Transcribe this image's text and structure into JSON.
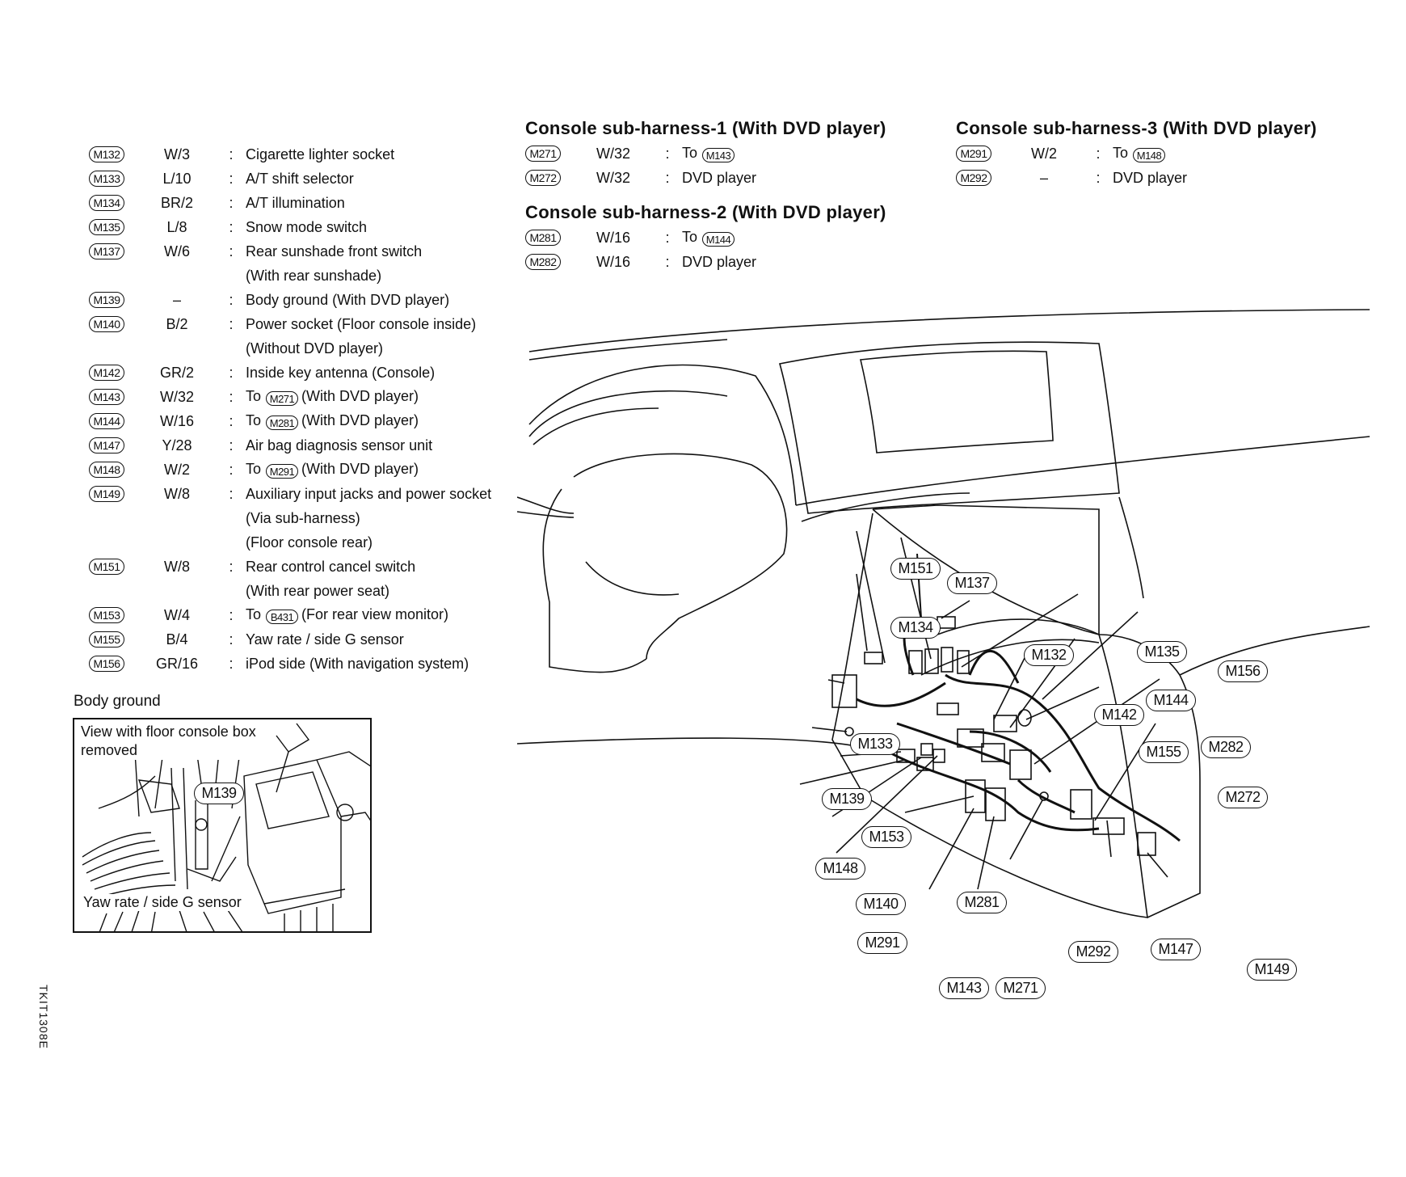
{
  "connectors": [
    {
      "id": "M132",
      "spec": "W/3",
      "desc": "Cigarette lighter socket"
    },
    {
      "id": "M133",
      "spec": "L/10",
      "desc": "A/T shift selector"
    },
    {
      "id": "M134",
      "spec": "BR/2",
      "desc": "A/T illumination"
    },
    {
      "id": "M135",
      "spec": "L/8",
      "desc": "Snow mode switch"
    },
    {
      "id": "M137",
      "spec": "W/6",
      "desc": "Rear sunshade front switch",
      "cont": [
        "(With rear sunshade)"
      ]
    },
    {
      "id": "M139",
      "spec": "–",
      "desc": "Body ground (With DVD player)"
    },
    {
      "id": "M140",
      "spec": "B/2",
      "desc": "Power socket (Floor console inside)",
      "cont": [
        "(Without DVD player)"
      ]
    },
    {
      "id": "M142",
      "spec": "GR/2",
      "desc": "Inside key antenna (Console)"
    },
    {
      "id": "M143",
      "spec": "W/32",
      "pre": "To",
      "ref": "M271",
      "post": "(With DVD player)"
    },
    {
      "id": "M144",
      "spec": "W/16",
      "pre": "To",
      "ref": "M281",
      "post": "(With DVD player)"
    },
    {
      "id": "M147",
      "spec": "Y/28",
      "desc": "Air bag diagnosis sensor unit"
    },
    {
      "id": "M148",
      "spec": "W/2",
      "pre": "To",
      "ref": "M291",
      "post": "(With DVD player)"
    },
    {
      "id": "M149",
      "spec": "W/8",
      "desc": "Auxiliary input jacks and power socket",
      "cont": [
        "(Via sub-harness)",
        "(Floor console rear)"
      ]
    },
    {
      "id": "M151",
      "spec": "W/8",
      "desc": "Rear control cancel switch",
      "cont": [
        "(With rear power seat)"
      ]
    },
    {
      "id": "M153",
      "spec": "W/4",
      "pre": "To",
      "ref": "B431",
      "post": "(For rear view monitor)"
    },
    {
      "id": "M155",
      "spec": "B/4",
      "desc": "Yaw rate / side G sensor"
    },
    {
      "id": "M156",
      "spec": "GR/16",
      "desc": "iPod side (With navigation system)"
    }
  ],
  "subharness1": {
    "title": "Console sub-harness-1 (With DVD player)",
    "rows": [
      {
        "id": "M271",
        "spec": "W/32",
        "pre": "To",
        "ref": "M143"
      },
      {
        "id": "M272",
        "spec": "W/32",
        "desc": "DVD player"
      }
    ]
  },
  "subharness2": {
    "title": "Console sub-harness-2 (With DVD player)",
    "rows": [
      {
        "id": "M281",
        "spec": "W/16",
        "pre": "To",
        "ref": "M144"
      },
      {
        "id": "M282",
        "spec": "W/16",
        "desc": "DVD player"
      }
    ]
  },
  "subharness3": {
    "title": "Console sub-harness-3 (With DVD player)",
    "rows": [
      {
        "id": "M291",
        "spec": "W/2",
        "pre": "To",
        "ref": "M148"
      },
      {
        "id": "M292",
        "spec": "–",
        "desc": "DVD player"
      }
    ]
  },
  "body_ground": {
    "title": "Body ground",
    "caption_line1": "View with floor console box",
    "caption_line2": "removed",
    "callout": "M139",
    "sensor_label": "Yaw rate / side G sensor"
  },
  "colon": ":",
  "figure_code": "TKIT1308E",
  "callouts": [
    "M151",
    "M137",
    "M134",
    "M132",
    "M135",
    "M156",
    "M144",
    "M142",
    "M133",
    "M155",
    "M282",
    "M272",
    "M139",
    "M153",
    "M148",
    "M140",
    "M281",
    "M291",
    "M292",
    "M147",
    "M149",
    "M143",
    "M271"
  ]
}
